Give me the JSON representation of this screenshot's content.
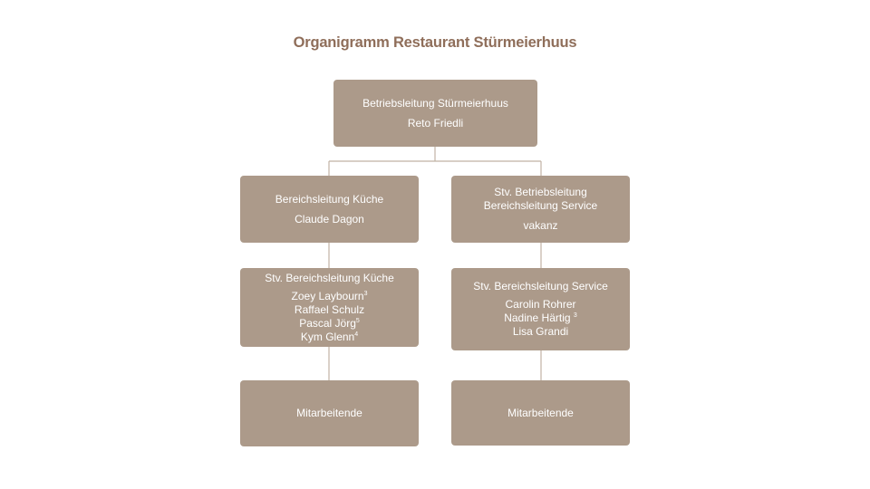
{
  "title": "Organigramm Restaurant Stürmeierhuus",
  "colors": {
    "box_fill": "#ac9a8a",
    "box_text": "#ffffff",
    "connector": "#c0b2a5",
    "title": "#8f6e5a"
  },
  "top": {
    "role": "Betriebsleitung  Stürmeierhuus",
    "name": "Reto Friedli"
  },
  "kitchen": {
    "head": {
      "role": "Bereichsleitung Küche",
      "name": "Claude Dagon"
    },
    "deputy": {
      "role": "Stv. Bereichsleitung Küche",
      "members": [
        {
          "name": "Zoey Laybourn",
          "note": "3"
        },
        {
          "name": "Raffael Schulz",
          "note": ""
        },
        {
          "name": "Pascal Jörg",
          "note": "5"
        },
        {
          "name": "Kym Glenn",
          "note": "4"
        }
      ]
    },
    "staff": {
      "label": "Mitarbeitende"
    }
  },
  "service": {
    "head": {
      "role_line1": "Stv. Betriebsleitung",
      "role_line2": "Bereichsleitung Service",
      "name": "vakanz"
    },
    "deputy": {
      "role": "Stv. Bereichsleitung Service",
      "members": [
        {
          "name": "Carolin Rohrer",
          "note": ""
        },
        {
          "name": "Nadine Härtig ",
          "note": "3"
        },
        {
          "name": "Lisa Grandi",
          "note": ""
        }
      ]
    },
    "staff": {
      "label": "Mitarbeitende"
    }
  }
}
